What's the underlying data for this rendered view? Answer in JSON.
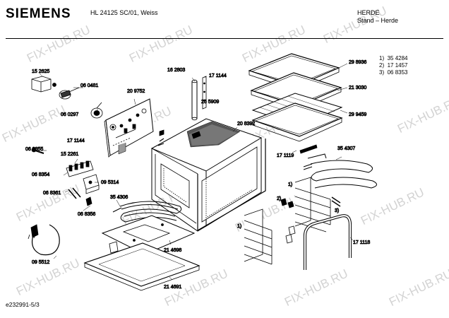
{
  "header": {
    "brand": "SIEMENS",
    "model": "HL 24125 SC/01, Weiss",
    "appliance": "HERDE",
    "appliance_sub": "Stand – Herde"
  },
  "legend": [
    {
      "key": "1)",
      "part": "35 4284"
    },
    {
      "key": "2)",
      "part": "17 1457"
    },
    {
      "key": "3)",
      "part": "06 8353"
    }
  ],
  "parts": {
    "p152625": "15 2625",
    "p060481": "06 0481",
    "p060297": "06 0297",
    "p209752": "20 9752",
    "p162803": "16 2803",
    "p171144a": "17 1144",
    "p265909": "26 5909",
    "p171144b": "17 1144",
    "p208392": "20 8392",
    "p298936": "29 8936",
    "p213030": "21 3030",
    "p299459": "29 9459",
    "p068355": "06 8355",
    "p152261": "15 2261",
    "p068354": "06 8354",
    "p095314": "09 5314",
    "p068361": "06 8361",
    "p068356": "06 8356",
    "p354306": "35 4306",
    "p171119": "17 1119",
    "p354307": "35 4307",
    "p214698": "21 4698",
    "p095512": "09 5512",
    "p214691": "21 4691",
    "p171118": "17 1118"
  },
  "callouts": {
    "c1a": "1)",
    "c2": "2)",
    "c3": "3)",
    "c1b": "1)"
  },
  "footer": {
    "doc_number": "e232991-5/3"
  },
  "watermark": "FIX-HUB.RU"
}
